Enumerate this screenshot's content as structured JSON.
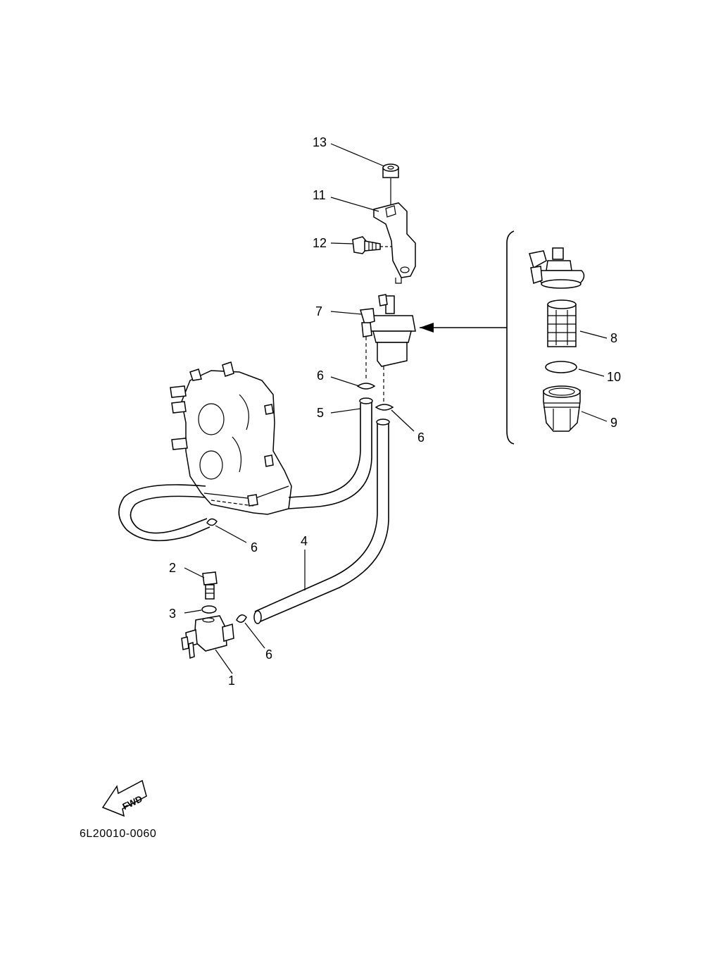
{
  "callouts": {
    "n1": "1",
    "n2": "2",
    "n3": "3",
    "n4": "4",
    "n5": "5",
    "n6a": "6",
    "n6b": "6",
    "n6c": "6",
    "n6d": "6",
    "n7": "7",
    "n8": "8",
    "n9": "9",
    "n10": "10",
    "n11": "11",
    "n12": "12",
    "n13": "13"
  },
  "direction_badge": "FWD",
  "diagram_code": "6L20010-0060",
  "icons": {
    "direction": "fwd-arrow-icon"
  }
}
